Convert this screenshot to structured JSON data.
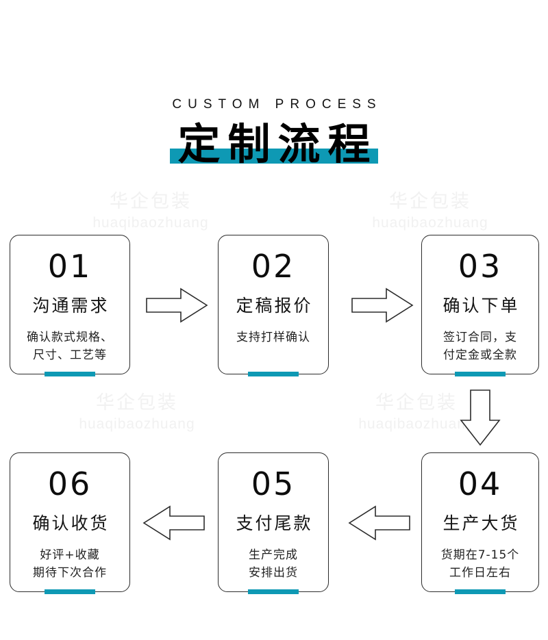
{
  "header": {
    "eyebrow": "CUSTOM PROCESS",
    "title": "定制流程",
    "accent_color": "#0e99b4"
  },
  "watermark": {
    "cn": "华企包装",
    "en": "huaqibaozhuang",
    "color": "#f1f1f1"
  },
  "steps": [
    {
      "number": "01",
      "title": "沟通需求",
      "desc": "确认款式规格、\n尺寸、工艺等"
    },
    {
      "number": "02",
      "title": "定稿报价",
      "desc": "支持打样确认"
    },
    {
      "number": "03",
      "title": "确认下单",
      "desc": "签订合同，支\n付定金或全款"
    },
    {
      "number": "04",
      "title": "生产大货",
      "desc": "货期在7-15个\n工作日左右"
    },
    {
      "number": "05",
      "title": "支付尾款",
      "desc": "生产完成\n安排出货"
    },
    {
      "number": "06",
      "title": "确认收货",
      "desc": "好评+收藏\n期待下次合作"
    }
  ],
  "arrows": [
    {
      "name": "arrow-step1-to-step2",
      "direction": "right"
    },
    {
      "name": "arrow-step2-to-step3",
      "direction": "right"
    },
    {
      "name": "arrow-step3-to-step4",
      "direction": "down"
    },
    {
      "name": "arrow-step4-to-step5",
      "direction": "left"
    },
    {
      "name": "arrow-step5-to-step6",
      "direction": "left"
    }
  ]
}
